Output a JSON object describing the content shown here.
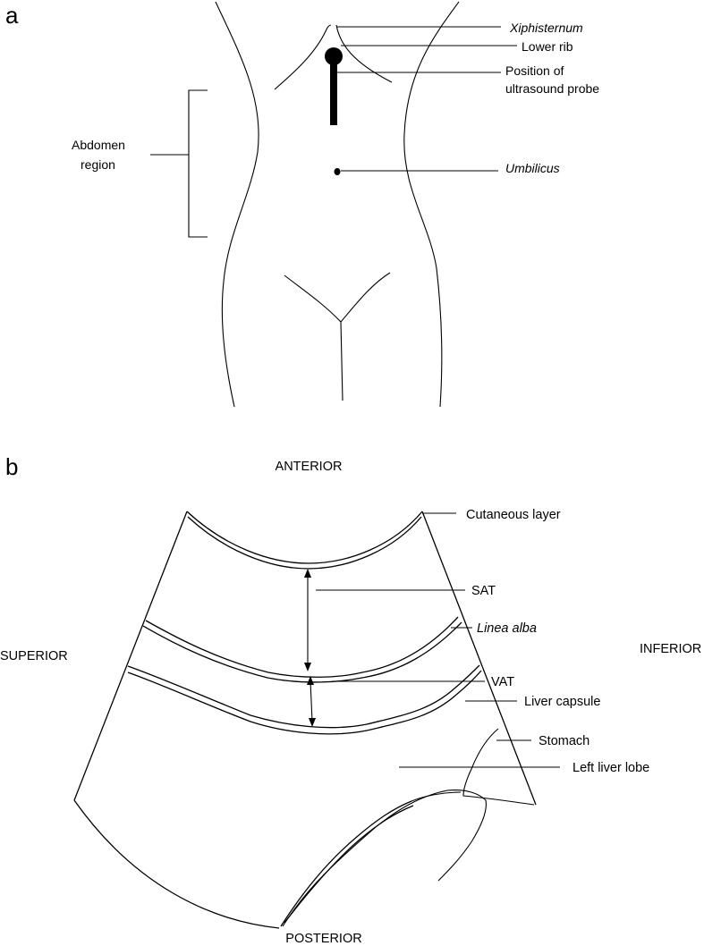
{
  "panels": {
    "a": {
      "letter": "a",
      "labels": {
        "xiphisternum": "Xiphisternum",
        "lower_rib": "Lower rib",
        "probe_line1": "Position of",
        "probe_line2": "ultrasound probe",
        "umbilicus": "Umbilicus",
        "abdomen_line1": "Abdomen",
        "abdomen_line2": "region"
      }
    },
    "b": {
      "letter": "b",
      "directions": {
        "anterior": "ANTERIOR",
        "posterior": "POSTERIOR",
        "superior": "SUPERIOR",
        "inferior": "INFERIOR"
      },
      "labels": {
        "cutaneous": "Cutaneous layer",
        "sat": "SAT",
        "linea_alba": "Linea alba",
        "vat": "VAT",
        "liver_capsule": "Liver capsule",
        "stomach": "Stomach",
        "left_liver_lobe": "Left liver lobe"
      }
    }
  },
  "colors": {
    "line": "#000000",
    "background": "#ffffff"
  }
}
